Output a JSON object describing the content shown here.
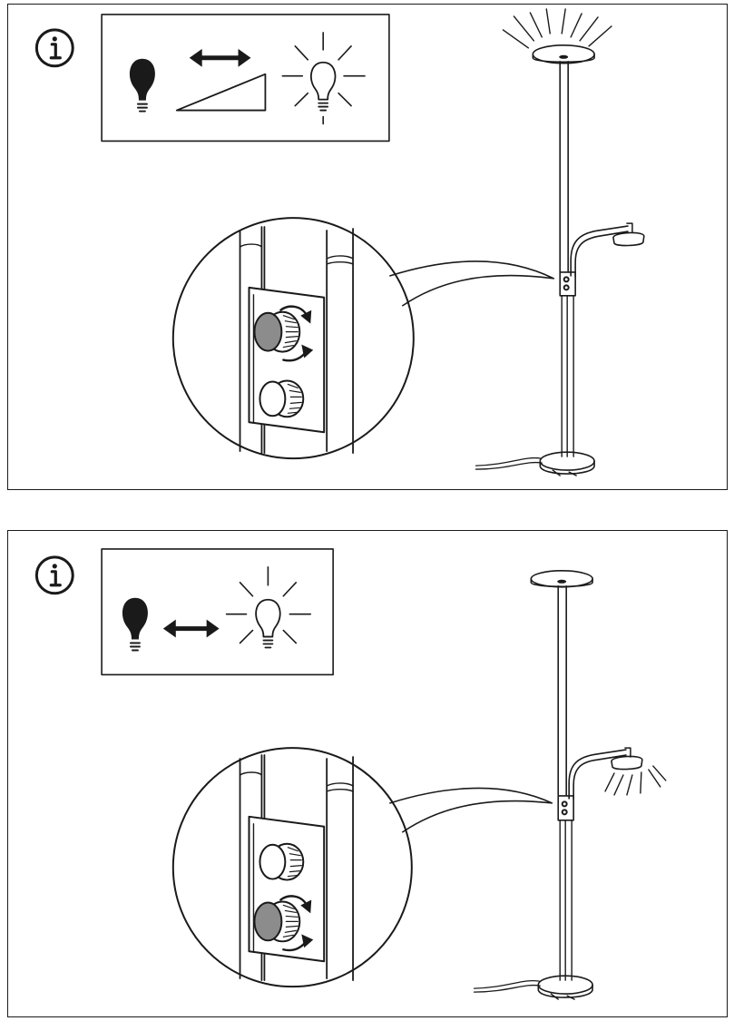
{
  "document": {
    "steps": [
      {
        "id": "step-1",
        "info_icon": "info-circle-icon",
        "legend_icons": [
          "bulb-off-icon",
          "double-arrow-icon",
          "dimming-ramp-icon",
          "bulb-on-icon"
        ],
        "active_light": "uplight",
        "rotary_knob": "upper"
      },
      {
        "id": "step-2",
        "info_icon": "info-circle-icon",
        "legend_icons": [
          "bulb-off-icon",
          "double-arrow-icon",
          "bulb-on-icon"
        ],
        "active_light": "reading-arm",
        "rotary_knob": "lower"
      }
    ],
    "colors": {
      "line": "#1a1a1a",
      "knob_face": "#8c8c8c",
      "background": "#ffffff"
    }
  }
}
